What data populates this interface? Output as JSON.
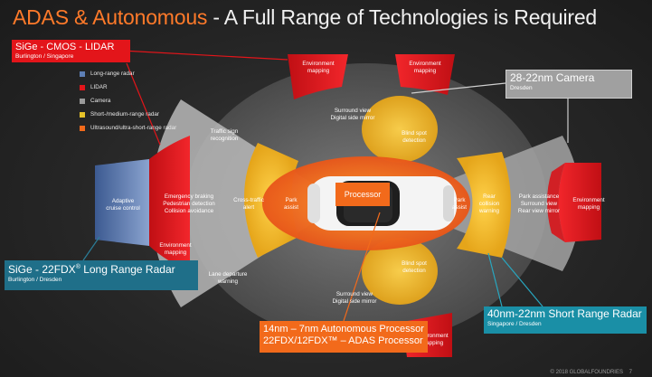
{
  "title": {
    "highlight": "ADAS & Autonomous",
    "rest": " - A Full Range of Technologies is Required"
  },
  "legend": [
    {
      "label": "Long-range radar",
      "color": "#5d7fb5"
    },
    {
      "label": "LIDAR",
      "color": "#e3151a"
    },
    {
      "label": "Camera",
      "color": "#9a9a9a"
    },
    {
      "label": "Short-/medium-range radar",
      "color": "#e6c229"
    },
    {
      "label": "Ultrasound/ultra-short-range radar",
      "color": "#f26a1b"
    }
  ],
  "zones": {
    "env_mapping_top_left": "Environment\nmapping",
    "env_mapping_top_right": "Environment\nmapping",
    "env_mapping_left": "Environment\nmapping",
    "env_mapping_right": "Environment\nmapping",
    "env_mapping_bottom": "Environment\nmapping",
    "surround_view_top": "Surround view\nDigital side mirror",
    "surround_view_bottom": "Surround view\nDigital side mirror",
    "blind_spot_top": "Blind spot\ndetection",
    "blind_spot_bottom": "Blind spot\ndetection",
    "traffic_sign": "Traffic sign\nrecognition",
    "adaptive_cruise": "Adaptive\ncruise control",
    "emergency": "Emergency braking\nPedestrian detection\nCollision avoidance",
    "cross_traffic": "Cross-traffic\nalert",
    "park_assist_front": "Park\nassist",
    "park_assist_rear": "Park\nassist",
    "rear_collision": "Rear\ncollision\nwarning",
    "park_assistance_rear": "Park assistance\nSurround view\nRear view mirror",
    "lane_departure": "Lane departure\nwarning",
    "processor": "Processor"
  },
  "callouts": {
    "lidar": {
      "main": "SiGe - CMOS - LIDAR",
      "sub": "Burlington / Singapore"
    },
    "camera": {
      "main": "28-22nm Camera",
      "sub": "Dresden"
    },
    "long_range": {
      "main_prefix": "SiGe - 22FDX",
      "main_suffix": " Long Range Radar",
      "sup": "®",
      "sub": "Burlington / Dresden"
    },
    "short_range": {
      "main": "40nm-22nm Short Range Radar",
      "sub": "Singapore / Dresden"
    },
    "processor": {
      "line1": "14nm – 7nm Autonomous Processor",
      "line2": "22FDX/12FDX™ – ADAS Processor"
    }
  },
  "footer": "© 2018 GLOBALFOUNDRIES",
  "page_number": "7"
}
